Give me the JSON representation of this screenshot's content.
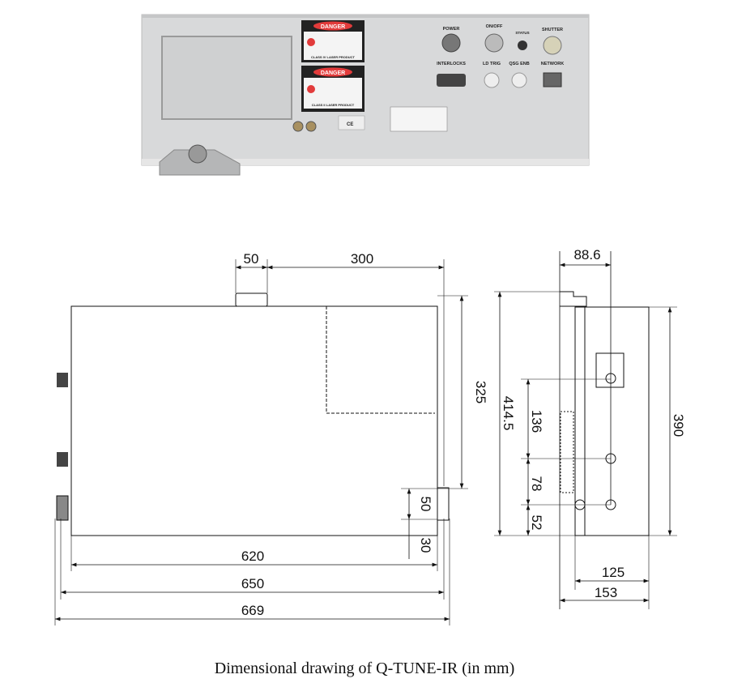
{
  "photo": {
    "danger_label": "DANGER",
    "laser_class_1": "CLASS IV LASER PRODUCT",
    "laser_class_2": "CLASS II LASER PRODUCT",
    "ports": {
      "power": "POWER",
      "on_off": "ON/OFF",
      "status": "STATUS",
      "shutter": "SHUTTER",
      "interlocks": "INTERLOCKS",
      "ld_trig": "LD TRIG",
      "qsg_enb": "QSG ENB",
      "network": "NETWORK"
    },
    "ce_mark": "CE"
  },
  "front_view": {
    "dims": {
      "bracket_width": "50",
      "bracket_to_edge": "300",
      "height_right": "325",
      "lower_50": "50",
      "lower_30": "30",
      "width_620": "620",
      "width_650": "650",
      "width_669": "669"
    }
  },
  "side_view": {
    "dims": {
      "depth_88_6": "88.6",
      "height_414_5": "414.5",
      "height_390": "390",
      "spacing_136": "136",
      "spacing_78": "78",
      "spacing_52": "52",
      "depth_125": "125",
      "depth_153": "153"
    }
  },
  "caption": "Dimensional drawing of Q-TUNE-IR (in mm)"
}
